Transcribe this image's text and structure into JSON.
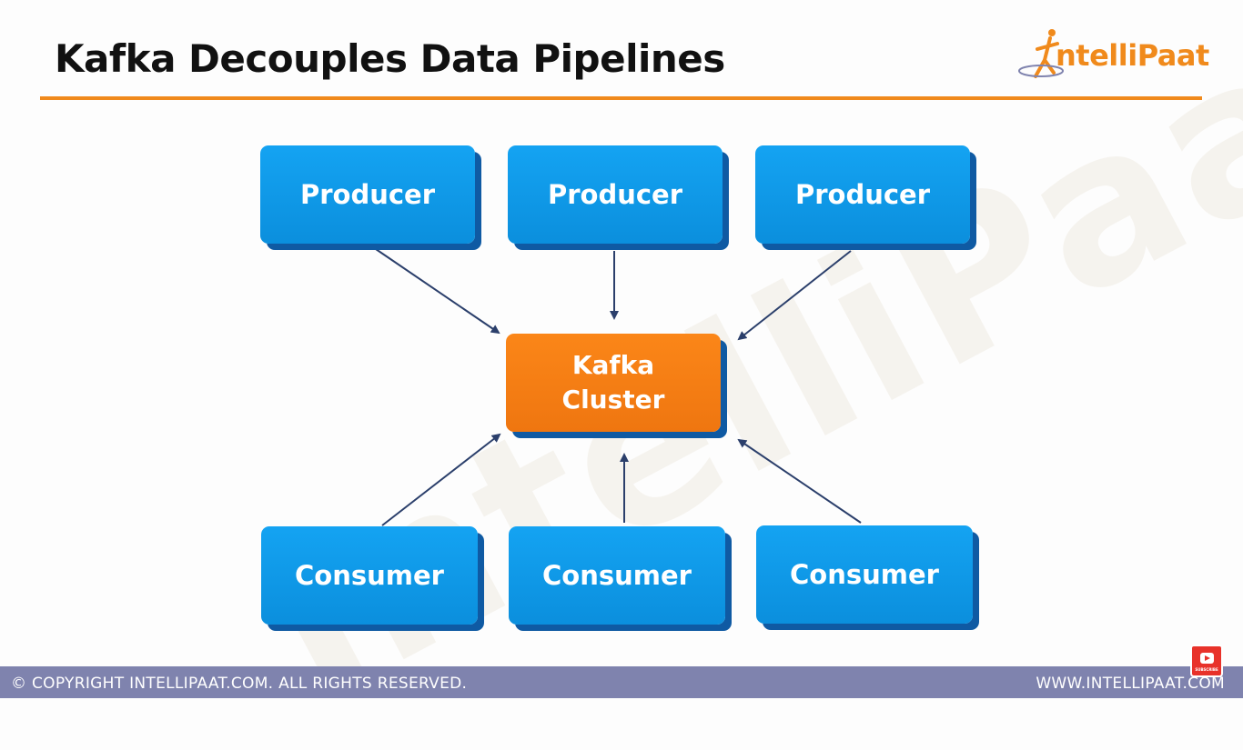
{
  "slide": {
    "title": "Kafka Decouples Data Pipelines"
  },
  "logo": {
    "text_a": "ntelli",
    "text_b": "Paat",
    "icon": "intellipaat-logo-figure"
  },
  "watermark": {
    "text": "IntelliPaat"
  },
  "diagram": {
    "producers": [
      "Producer",
      "Producer",
      "Producer"
    ],
    "cluster": {
      "line1": "Kafka",
      "line2": "Cluster"
    },
    "consumers": [
      "Consumer",
      "Consumer",
      "Consumer"
    ]
  },
  "footer": {
    "copyright": "© COPYRIGHT  INTELLIPAAT.COM. ALL RIGHTS RESERVED.",
    "website": "WWW.INTELLIPAAT.COM"
  },
  "subscribe": {
    "label": "SUBSCRIBE"
  },
  "colors": {
    "accent_orange": "#f08a1c",
    "box_blue": "#0b8fdd",
    "box_shadow": "#0f5aa3",
    "footer_bar": "#7f83ae",
    "arrow": "#2b3f6b"
  }
}
